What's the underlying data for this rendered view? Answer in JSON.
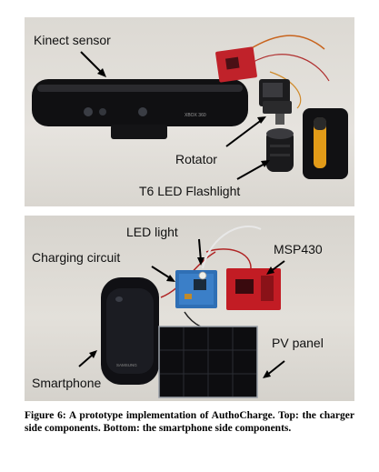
{
  "top_panel": {
    "labels": {
      "kinect": "Kinect sensor",
      "rotator": "Rotator",
      "flashlight": "T6 LED Flashlight"
    },
    "kinect_brand": "XBOX 360"
  },
  "bottom_panel": {
    "labels": {
      "led_light": "LED light",
      "charging_circuit": "Charging circuit",
      "msp430": "MSP430",
      "pv_panel": "PV panel",
      "smartphone": "Smartphone"
    },
    "phone_brand": "SAMSUNG"
  },
  "caption": "Figure 6: A prototype implementation of AuthoCharge. Top: the charger side components. Bottom: the smartphone side components."
}
